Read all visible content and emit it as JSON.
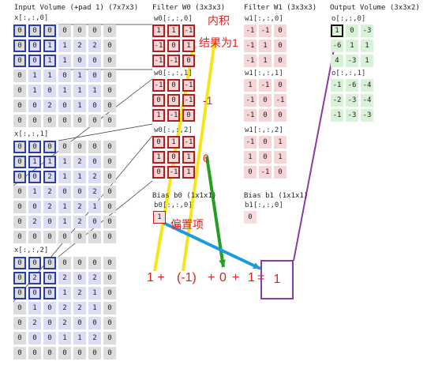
{
  "headers": {
    "input": "Input Volume (+pad 1) (7x7x3)",
    "filter_w0": "Filter W0 (3x3x3)",
    "filter_w1": "Filter W1 (3x3x3)",
    "output": "Output Volume (3x3x2)",
    "bias_b0": "Bias b0 (1x1x1)",
    "bias_b1": "Bias b1 (1x1x1)"
  },
  "input_volume": {
    "slice_labels": [
      "x[:,:,0]",
      "x[:,:,1]",
      "x[:,:,2]"
    ],
    "slices": [
      [
        [
          0,
          0,
          0,
          0,
          0,
          0,
          0
        ],
        [
          0,
          0,
          1,
          1,
          2,
          2,
          0
        ],
        [
          0,
          0,
          1,
          1,
          0,
          0,
          0
        ],
        [
          0,
          1,
          1,
          0,
          1,
          0,
          0
        ],
        [
          0,
          1,
          0,
          1,
          1,
          1,
          0
        ],
        [
          0,
          0,
          2,
          0,
          1,
          0,
          0
        ],
        [
          0,
          0,
          0,
          0,
          0,
          0,
          0
        ]
      ],
      [
        [
          0,
          0,
          0,
          0,
          0,
          0,
          0
        ],
        [
          0,
          1,
          1,
          1,
          2,
          0,
          0
        ],
        [
          0,
          0,
          2,
          1,
          1,
          2,
          0
        ],
        [
          0,
          1,
          2,
          0,
          0,
          2,
          0
        ],
        [
          0,
          0,
          2,
          1,
          2,
          1,
          0
        ],
        [
          0,
          2,
          0,
          1,
          2,
          0,
          0
        ],
        [
          0,
          0,
          0,
          0,
          0,
          0,
          0
        ]
      ],
      [
        [
          0,
          0,
          0,
          0,
          0,
          0,
          0
        ],
        [
          0,
          2,
          0,
          2,
          0,
          2,
          0
        ],
        [
          0,
          0,
          0,
          1,
          2,
          1,
          0
        ],
        [
          0,
          1,
          0,
          2,
          2,
          1,
          0
        ],
        [
          0,
          2,
          0,
          2,
          0,
          0,
          0
        ],
        [
          0,
          0,
          0,
          1,
          1,
          2,
          0
        ],
        [
          0,
          0,
          0,
          0,
          0,
          0,
          0
        ]
      ]
    ]
  },
  "filter_w0": {
    "slice_labels": [
      "w0[:,:,0]",
      "w0[:,:,1]",
      "w0[:,:,2]"
    ],
    "slices": [
      [
        [
          1,
          1,
          -1
        ],
        [
          -1,
          0,
          1
        ],
        [
          -1,
          -1,
          0
        ]
      ],
      [
        [
          -1,
          0,
          -1
        ],
        [
          0,
          0,
          -1
        ],
        [
          1,
          -1,
          0
        ]
      ],
      [
        [
          0,
          1,
          -1
        ],
        [
          1,
          0,
          1
        ],
        [
          0,
          -1,
          1
        ]
      ]
    ]
  },
  "filter_w1": {
    "slice_labels": [
      "w1[:,:,0]",
      "w1[:,:,1]",
      "w1[:,:,2]"
    ],
    "slices": [
      [
        [
          -1,
          -1,
          0
        ],
        [
          -1,
          1,
          0
        ],
        [
          -1,
          1,
          0
        ]
      ],
      [
        [
          1,
          -1,
          0
        ],
        [
          -1,
          0,
          -1
        ],
        [
          -1,
          0,
          0
        ]
      ],
      [
        [
          -1,
          0,
          1
        ],
        [
          1,
          0,
          1
        ],
        [
          0,
          -1,
          0
        ]
      ]
    ]
  },
  "bias": {
    "b0_label": "b0[:,:,0]",
    "b0_value": 1,
    "b1_label": "b1[:,:,0]",
    "b1_value": 0
  },
  "output_volume": {
    "slice_labels": [
      "o[:,:,0]",
      "o[:,:,1]"
    ],
    "slices": [
      [
        [
          1,
          0,
          -3
        ],
        [
          -6,
          1,
          1
        ],
        [
          4,
          -3,
          1
        ]
      ],
      [
        [
          -1,
          -6,
          -4
        ],
        [
          -2,
          -3,
          -4
        ],
        [
          -1,
          -3,
          -3
        ]
      ]
    ]
  },
  "annotations": {
    "inner_product": "内积",
    "result_is_1": "结果为1",
    "minus_one": "-1",
    "zero": "0",
    "bias_term": "偏置项",
    "equation_terms": [
      "1 +",
      "(-1)",
      "+",
      "0",
      "+",
      "1",
      "="
    ],
    "equation_result": "1"
  },
  "colors": {
    "input_pad": "#dcdcdc",
    "input_core": "#dcdcf5",
    "input_highlight": "#2a3ea8",
    "filter_cell": "#f5d5d5",
    "filter_highlight": "#b02020",
    "output_cell": "#d8f2d8",
    "annotation_red": "#e0201c",
    "arrow_yellow": "#f5e61a",
    "arrow_green": "#22a022",
    "arrow_blue": "#1a9be0",
    "arrow_purple": "#8b3aa8"
  }
}
